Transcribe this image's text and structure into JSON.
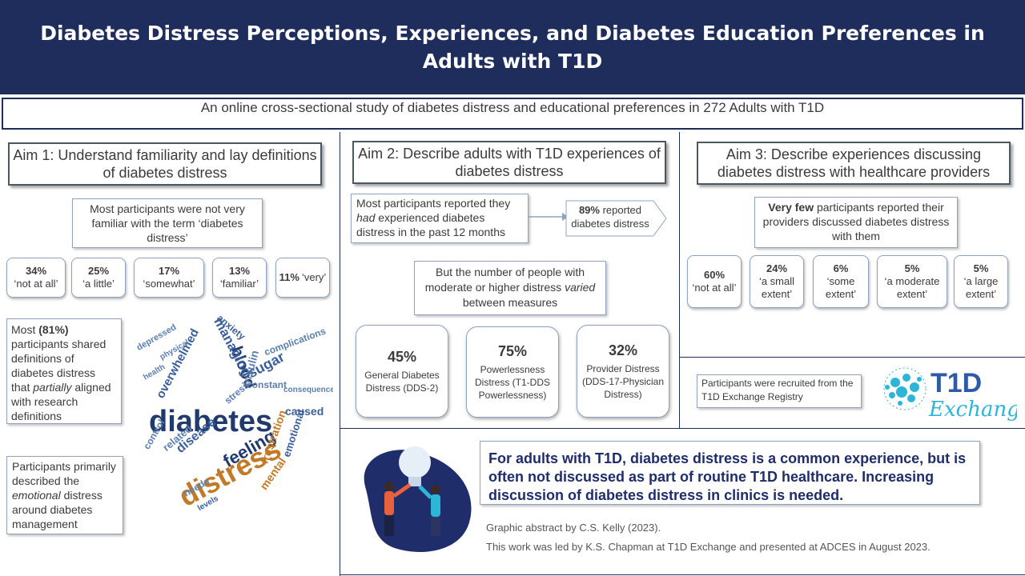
{
  "header": {
    "title": "Diabetes Distress Perceptions, Experiences, and Diabetes Education Preferences in Adults with T1D",
    "subtitle": "An online cross-sectional study of diabetes distress and educational preferences in 272 Adults with T1D"
  },
  "aim1": {
    "title": "Aim 1: Understand familiarity and lay definitions of diabetes distress",
    "familiarity_text": "Most participants were not very familiar with the term ‘diabetes distress’",
    "stats": [
      {
        "pct": "34%",
        "label": "‘not at all’"
      },
      {
        "pct": "25%",
        "label": "‘a little’"
      },
      {
        "pct": "17%",
        "label": "‘somewhat’"
      },
      {
        "pct": "13%",
        "label": "‘familiar’"
      },
      {
        "pct": "11%",
        "label": "‘very’"
      }
    ],
    "definitions": {
      "pre": "Most ",
      "bold": "(81%)",
      "mid": " participants shared definitions of diabetes distress that ",
      "italic": "partially",
      "post": " aligned with research definitions"
    },
    "emotional": {
      "pre": "Participants primarily described the ",
      "italic": "emotional",
      "post": " distress around diabetes management"
    },
    "wordcloud": [
      {
        "w": "diabetes",
        "c": "#1f3a6b"
      },
      {
        "w": "distress",
        "c": "#c27a26"
      },
      {
        "w": "blood",
        "c": "#1f3a6b"
      },
      {
        "w": "managing",
        "c": "#3a5f9a"
      },
      {
        "w": "feeling",
        "c": "#1f3a6b"
      },
      {
        "w": "sugar",
        "c": "#3a5f9a"
      },
      {
        "w": "overwhelmed",
        "c": "#3a5f9a"
      },
      {
        "w": "disease",
        "c": "#3a5f9a"
      },
      {
        "w": "related",
        "c": "#5c7fb0"
      },
      {
        "w": "frustration",
        "c": "#c27a26"
      },
      {
        "w": "insulin",
        "c": "#5c7fb0"
      },
      {
        "w": "constant",
        "c": "#5c7fb0"
      },
      {
        "w": "complications",
        "c": "#5c7fb0"
      },
      {
        "w": "anxiety",
        "c": "#3a5f9a"
      },
      {
        "w": "caused",
        "c": "#3a5f9a"
      },
      {
        "w": "control",
        "c": "#5c7fb0"
      },
      {
        "w": "emotional",
        "c": "#3a5f9a"
      },
      {
        "w": "mental",
        "c": "#c27a26"
      },
      {
        "w": "consequences",
        "c": "#5c7fb0"
      },
      {
        "w": "depressed",
        "c": "#5c7fb0"
      },
      {
        "w": "needs",
        "c": "#5c7fb0"
      },
      {
        "w": "stress",
        "c": "#5c7fb0"
      },
      {
        "w": "physical",
        "c": "#5c7fb0"
      },
      {
        "w": "levels",
        "c": "#3a5f9a"
      },
      {
        "w": "health",
        "c": "#5c7fb0"
      }
    ]
  },
  "aim2": {
    "title": "Aim 2: Describe adults with T1D experiences of diabetes distress",
    "experienced": {
      "pre": "Most participants reported they ",
      "italic": "had",
      "post": " experienced diabetes distress in the past 12 months"
    },
    "reported": {
      "bold": "89%",
      "text": " reported diabetes distress"
    },
    "varied": {
      "pre": "But the number of people with moderate or higher distress ",
      "italic": "varied",
      "post": " between measures"
    },
    "measures": [
      {
        "pct": "45%",
        "label": "General Diabetes Distress (DDS-2)"
      },
      {
        "pct": "75%",
        "label": "Powerlessness Distress (T1-DDS Powerlessness)"
      },
      {
        "pct": "32%",
        "label": "Provider Distress (DDS-17-Physician Distress)"
      }
    ]
  },
  "aim3": {
    "title": "Aim 3: Describe experiences discussing diabetes distress with healthcare providers",
    "providers": {
      "bold": "Very few",
      "text": " participants reported their providers discussed diabetes distress with them"
    },
    "stats": [
      {
        "pct": "60%",
        "label": "‘not at all’"
      },
      {
        "pct": "24%",
        "label": "‘a small extent’"
      },
      {
        "pct": "6%",
        "label": "‘some extent’"
      },
      {
        "pct": "5%",
        "label": "‘a moderate extent’"
      },
      {
        "pct": "5%",
        "label": "‘a large extent’"
      }
    ],
    "recruitment": "Participants were recruited from the T1D Exchange Registry",
    "logo": {
      "main": "T1D",
      "script": "Exchange",
      "color": "#2f5aa8",
      "accent": "#2db5d8"
    }
  },
  "conclusion": {
    "text": "For adults with T1D, diabetes distress is a common experience, but is often not discussed as part of routine T1D healthcare. Increasing discussion of diabetes distress in clinics is needed.",
    "credit1": "Graphic abstract by C.S. Kelly (2023).",
    "credit2": "This work was led by K.S. Chapman at T1D Exchange and presented at ADCES in August 2023."
  },
  "colors": {
    "navy": "#1f2d5c",
    "border": "#8fa3bf",
    "conclusion_text": "#1f2d6b"
  }
}
